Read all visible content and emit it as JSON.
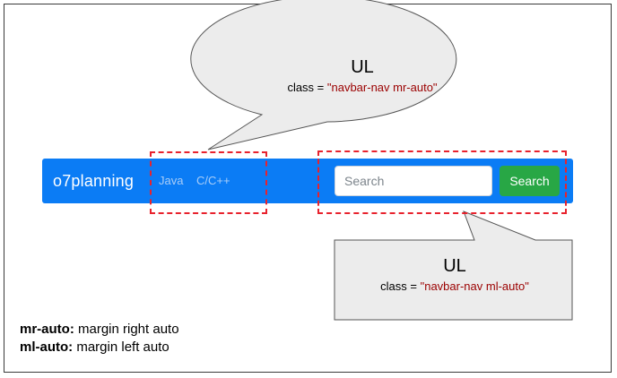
{
  "callout_top": {
    "title": "UL",
    "class_prefix": "class = ",
    "class_value": "\"navbar-nav mr-auto\""
  },
  "callout_bottom": {
    "title": "UL",
    "class_prefix": "class = ",
    "class_value": "\"navbar-nav ml-auto\""
  },
  "navbar": {
    "brand": "o7planning",
    "links": [
      "Java",
      "C/C++"
    ],
    "search_placeholder": "Search",
    "search_button": "Search"
  },
  "legend": [
    {
      "term": "mr-auto:",
      "desc": " margin right auto"
    },
    {
      "term": "ml-auto:",
      "desc": " margin left auto"
    }
  ],
  "colors": {
    "navbar_bg": "#0b7cf5",
    "button_green": "#28a745",
    "dashed_red": "#e8222d",
    "class_value_red": "#9b0000",
    "bubble_fill": "#ececec"
  }
}
